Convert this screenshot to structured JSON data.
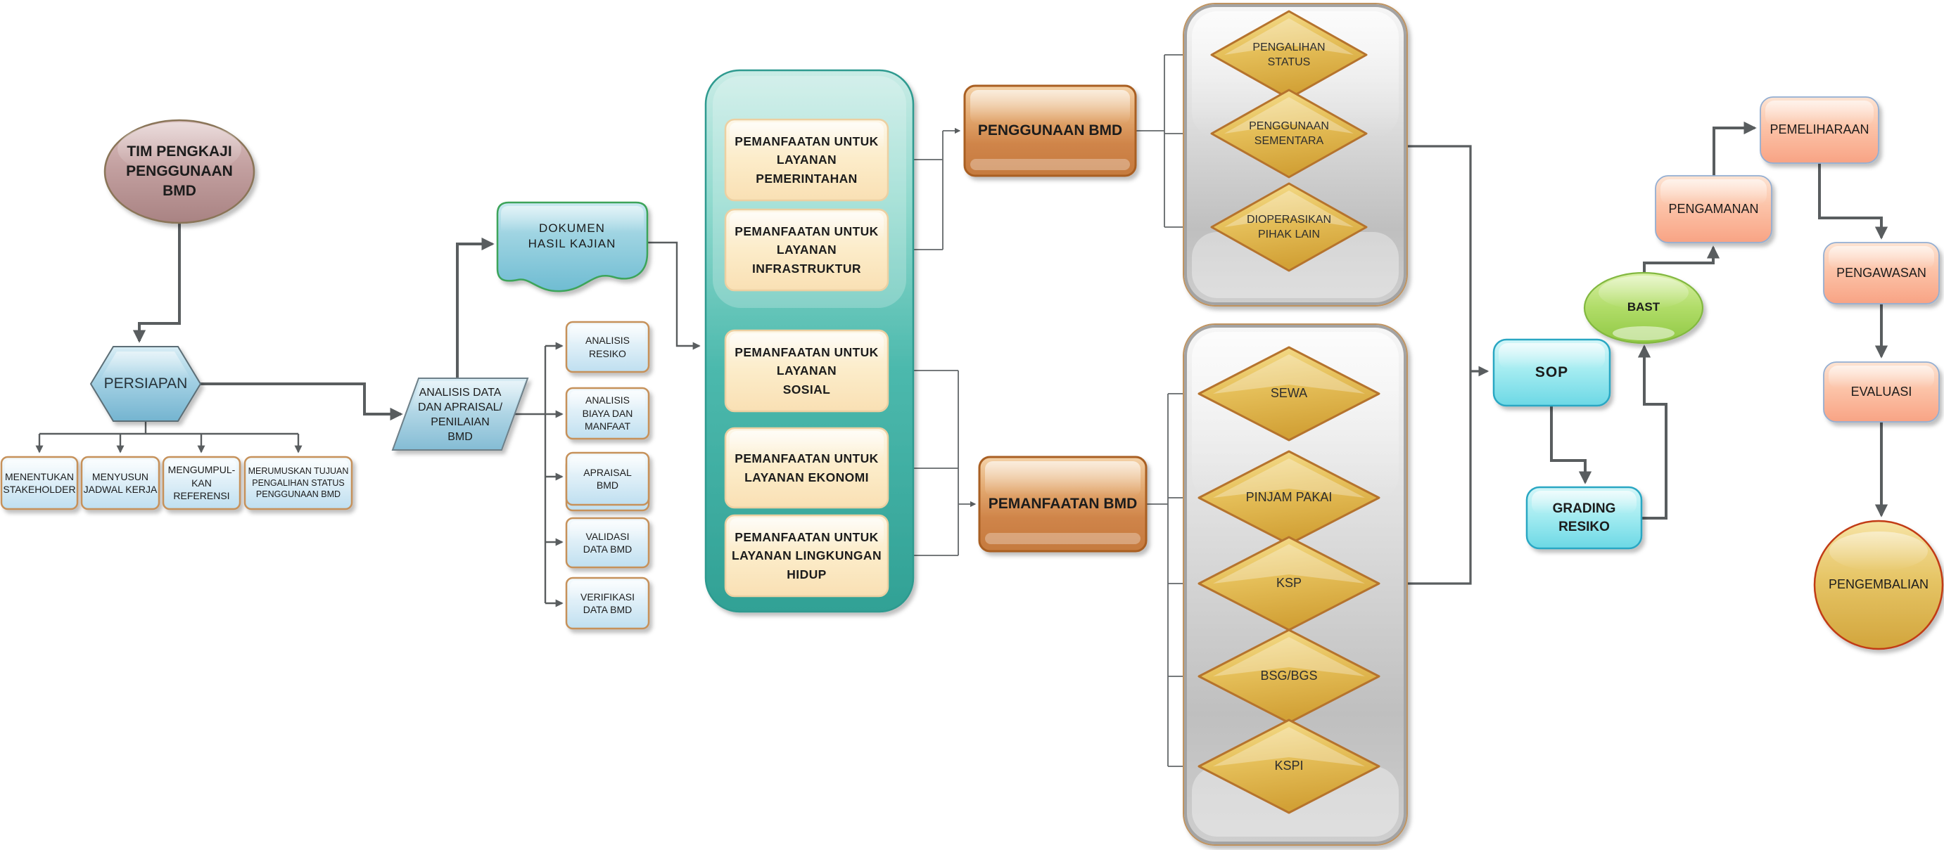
{
  "diagram": {
    "description": "Flowchart of BMD (Barang Milik Daerah) usage assessment process",
    "background": "#ffffff"
  },
  "palette": {
    "connector": "#595d5f",
    "node_mauve": "#c3a0a0",
    "node_blue": "#a9d4e6",
    "node_small_blue": "#dbeef7",
    "border_tan": "#c6915a",
    "document_border_green": "#3ca45a",
    "teal_container": "#3aafa2",
    "node_cream": "#fcecc9",
    "node_copper": "#cf8449",
    "container_gray": "#c9c9c9",
    "container_gray_border": "#c0935f",
    "node_gold_diamond": "#e7c25d",
    "diamond_border": "#b5732d",
    "node_cyan": "#a5ecf1",
    "cyan_border": "#29a7c3",
    "node_green": "#b0dc68",
    "node_salmon": "#fcc3a8",
    "salmon_border": "#93aed2",
    "node_gold_circle": "#e6c566",
    "circle_border_red": "#c13a12"
  },
  "nodes": {
    "tim": {
      "label": "TIM PENGKAJI\nPENGGUNAAN\nBMD"
    },
    "persiapan": {
      "label": "PERSIAPAN"
    },
    "stakeholder": {
      "label": "MENENTUKAN\nSTAKEHOLDER"
    },
    "jadwal": {
      "label": "MENYUSUN\nJADWAL KERJA"
    },
    "referensi": {
      "label": "MENGUMPUL-\nKAN\nREFERENSI"
    },
    "tujuan": {
      "label": "MERUMUSKAN TUJUAN\nPENGALIHAN STATUS\nPENGGUNAAN BMD"
    },
    "analisis_data": {
      "label": "ANALISIS DATA\nDAN APRAISAL/\nPENILAIAN\nBMD"
    },
    "dokumen": {
      "label": "DOKUMEN\nHASIL KAJIAN"
    },
    "analisis_resiko": {
      "label": "ANALISIS\nRESIKO"
    },
    "analisis_biaya": {
      "label": "ANALISIS\nBIAYA DAN\nMANFAAT"
    },
    "apraisal": {
      "label": "APRAISAL\nBMD"
    },
    "validasi": {
      "label": "VALIDASI\nDATA BMD"
    },
    "verifikasi": {
      "label": "VERIFIKASI\nDATA BMD"
    },
    "pemerintahan": {
      "label": "PEMANFAATAN UNTUK\nLAYANAN\nPEMERINTAHAN"
    },
    "infrastruktur": {
      "label": "PEMANFAATAN UNTUK\nLAYANAN\nINFRASTRUKTUR"
    },
    "sosial": {
      "label": "PEMANFAATAN UNTUK\nLAYANAN\nSOSIAL"
    },
    "ekonomi": {
      "label": "PEMANFAATAN UNTUK\nLAYANAN EKONOMI"
    },
    "lingkungan": {
      "label": "PEMANFAATAN UNTUK\nLAYANAN LINGKUNGAN\nHIDUP"
    },
    "penggunaan": {
      "label": "PENGGUNAAN BMD"
    },
    "pemanfaatan": {
      "label": "PEMANFAATAN BMD"
    },
    "pengalihan": {
      "label": "PENGALIHAN\nSTATUS"
    },
    "sementara": {
      "label": "PENGGUNAAN\nSEMENTARA"
    },
    "dioperasikan": {
      "label": "DIOPERASIKAN\nPIHAK LAIN"
    },
    "sewa": {
      "label": "SEWA"
    },
    "pinjam": {
      "label": "PINJAM PAKAI"
    },
    "ksp": {
      "label": "KSP"
    },
    "bsg": {
      "label": "BSG/BGS"
    },
    "kspi": {
      "label": "KSPI"
    },
    "sop": {
      "label": "SOP"
    },
    "grading": {
      "label": "GRADING\nRESIKO"
    },
    "bast": {
      "label": "BAST"
    },
    "pengamanan": {
      "label": "PENGAMANAN"
    },
    "pemeliharaan": {
      "label": "PEMELIHARAAN"
    },
    "pengawasan": {
      "label": "PENGAWASAN"
    },
    "evaluasi": {
      "label": "EVALUASI"
    },
    "pengembalian": {
      "label": "PENGEMBALIAN"
    }
  }
}
